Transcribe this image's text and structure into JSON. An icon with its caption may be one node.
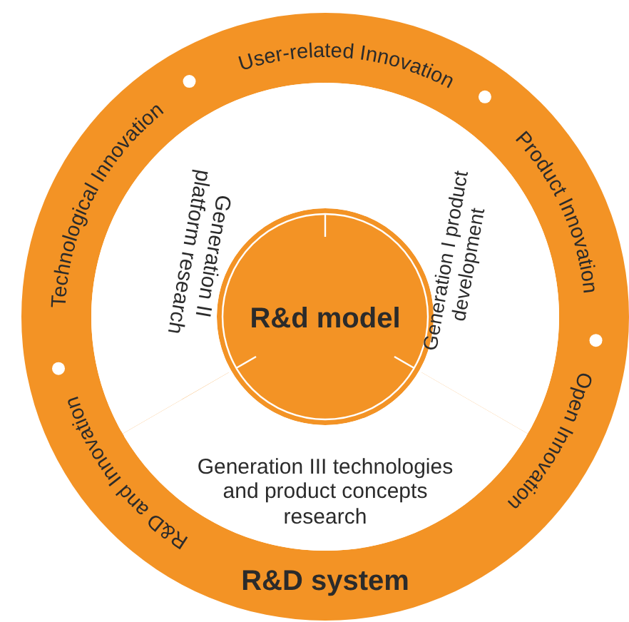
{
  "diagram": {
    "nodes": [
      {
        "text": [
          "R&D system"
        ]
      },
      {
        "text": [
          "Generation I product development"
        ],
        "in": 0
      },
      {
        "text": [
          "Generation II platform research"
        ],
        "in": 0
      },
      {
        "text": [
          "Generation III technologies and product concepts research"
        ],
        "in": 0
      },
      {
        "text": [
          "R&d model"
        ],
        "in": 0
      }
    ],
    "labels": [
      "User-related Innovation",
      "Product Innovation",
      "Open Innovation",
      "R&D and Innovation",
      "Technological Innovation"
    ]
  }
}
